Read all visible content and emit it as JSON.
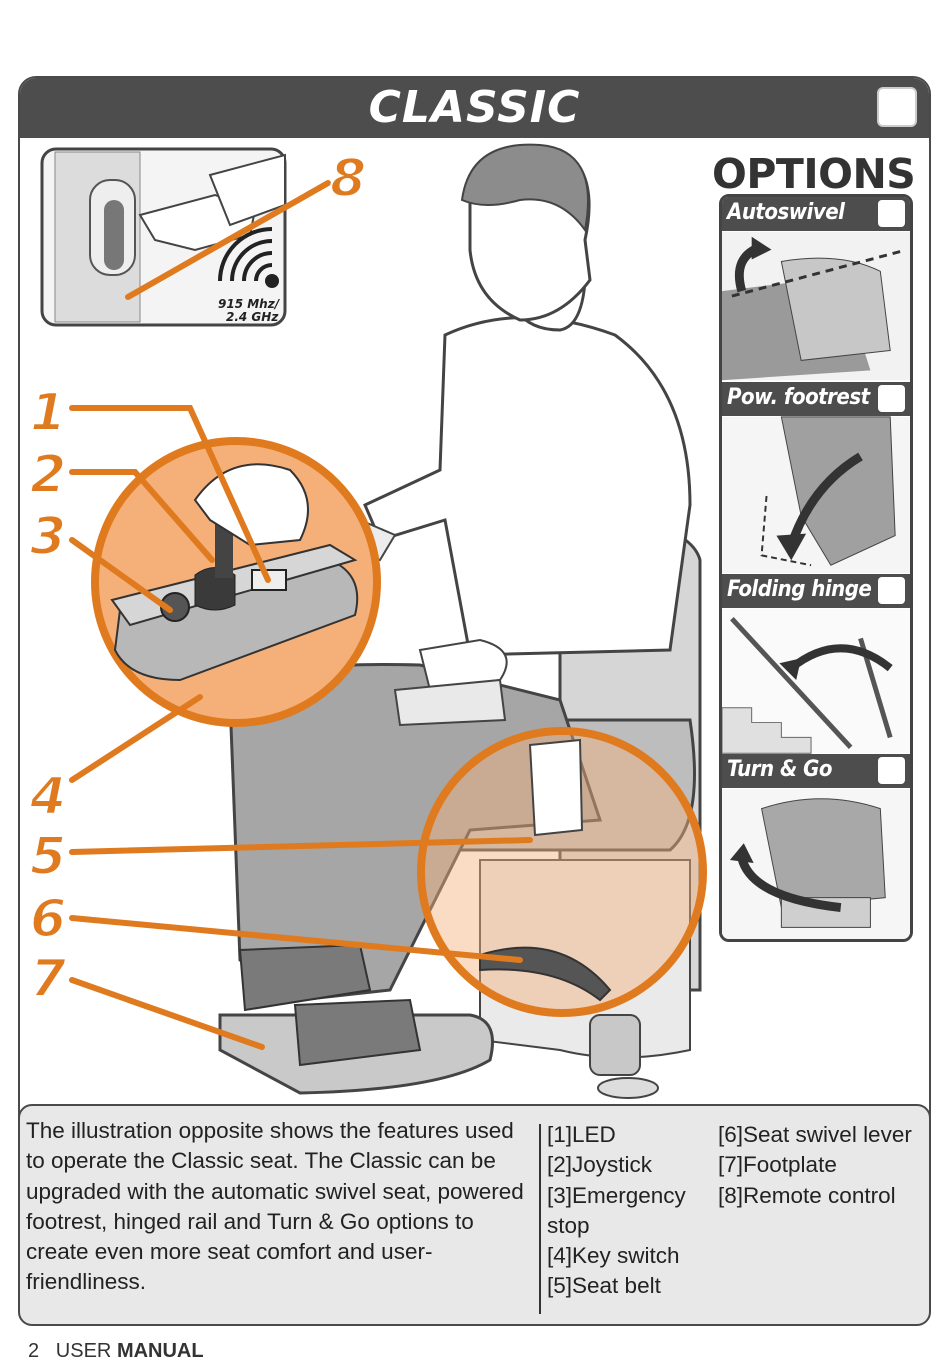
{
  "header": {
    "title": "CLASSIC"
  },
  "remote_inset": {
    "frequency_line1": "915 Mhz/",
    "frequency_line2": "2.4 GHz"
  },
  "callouts": [
    "1",
    "2",
    "3",
    "4",
    "5",
    "6",
    "7",
    "8"
  ],
  "options": {
    "heading": "OPTIONS",
    "items": [
      {
        "label": "Autoswivel"
      },
      {
        "label": "Pow. footrest"
      },
      {
        "label": "Folding hinge"
      },
      {
        "label": "Turn & Go"
      }
    ]
  },
  "description": {
    "text": "The illustration opposite shows the features used to operate the Classic seat. The Classic can be upgraded with the automatic swivel seat, powered footrest, hinged rail and Turn & Go options to create even more seat comfort and user-friendliness."
  },
  "legend": {
    "left": [
      "[1]LED",
      "[2]Joystick",
      "[3]Emergency",
      "stop",
      "[4]Key switch",
      "[5]Seat belt"
    ],
    "right": [
      "[6]Seat swivel lever",
      "[7]Footplate",
      "[8]Remote control"
    ]
  },
  "footer": {
    "page": "2",
    "label_a": "USER",
    "label_b": "MANUAL"
  },
  "colors": {
    "accent": "#e07a1f",
    "accent_light": "#f5b07a",
    "dark": "#4d4d4d",
    "panel_bg": "#e8e8e8"
  }
}
